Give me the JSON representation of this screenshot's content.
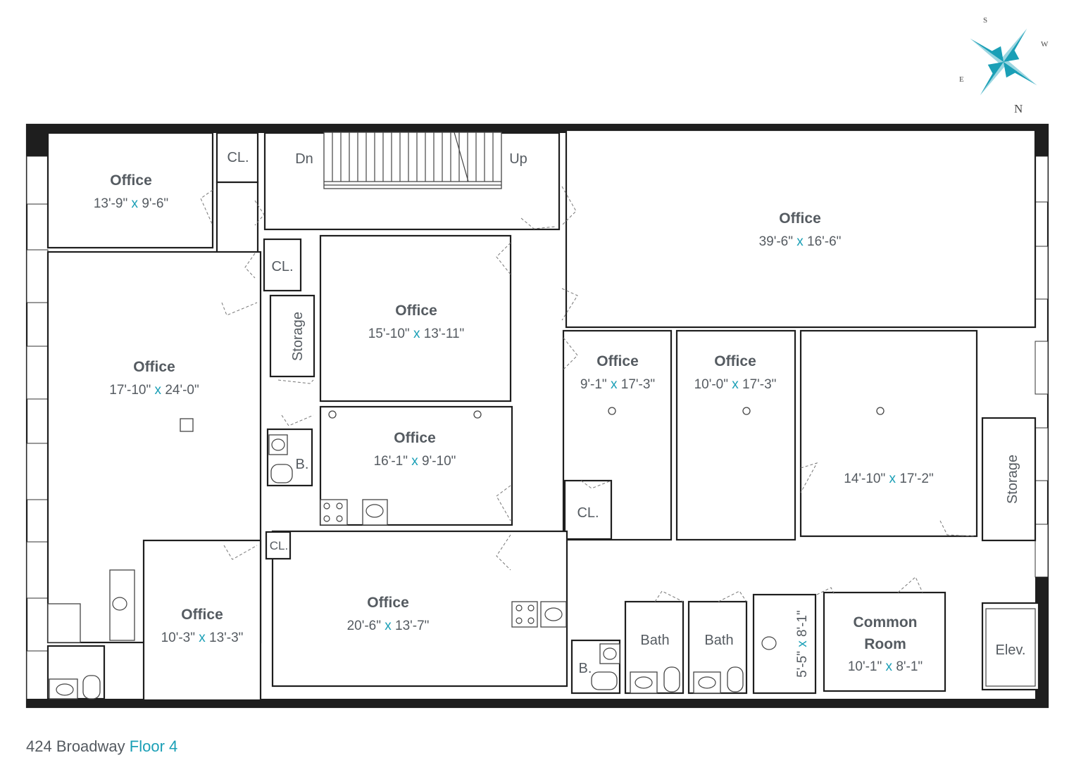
{
  "rooms": [
    {
      "name": "Office",
      "w": "13'-9\"",
      "h": "9'-6\""
    },
    {
      "name": "Office",
      "w": "17'-10\"",
      "h": "24'-0\""
    },
    {
      "name": "Office",
      "w": "15'-10\"",
      "h": "13'-11\""
    },
    {
      "name": "Office",
      "w": "16'-1\"",
      "h": "9'-10\""
    },
    {
      "name": "Office",
      "w": "39'-6\"",
      "h": "16'-6\""
    },
    {
      "name": "Office",
      "w": "9'-1\"",
      "h": "17'-3\""
    },
    {
      "name": "Office",
      "w": "10'-0\"",
      "h": "17'-3\""
    },
    {
      "name": "",
      "w": "14'-10\"",
      "h": "17'-2\""
    },
    {
      "name": "Office",
      "w": "10'-3\"",
      "h": "13'-3\""
    },
    {
      "name": "Office",
      "w": "20'-6\"",
      "h": "13'-7\""
    },
    {
      "name": "Common Room",
      "line1": "Common",
      "line2": "Room",
      "w": "10'-1\"",
      "h": "8'-1\""
    },
    {
      "name": "",
      "w": "5'-5\"",
      "h": "8'-1\""
    }
  ],
  "dim_separator": "x",
  "labels": {
    "closet": "CL.",
    "storage": "Storage",
    "bath": "Bath",
    "bath_short": "B.",
    "elevator": "Elev.",
    "stairs_down": "Dn",
    "stairs_up": "Up"
  },
  "compass": {
    "n": "N",
    "s": "S",
    "e": "E",
    "w": "W",
    "color": "#1a9fb6"
  },
  "footer": {
    "address": "424 Broadway",
    "floor": "Floor 4"
  },
  "colors": {
    "accent": "#1a9fb6",
    "text": "#555b61",
    "wall": "#1e1e1e"
  }
}
